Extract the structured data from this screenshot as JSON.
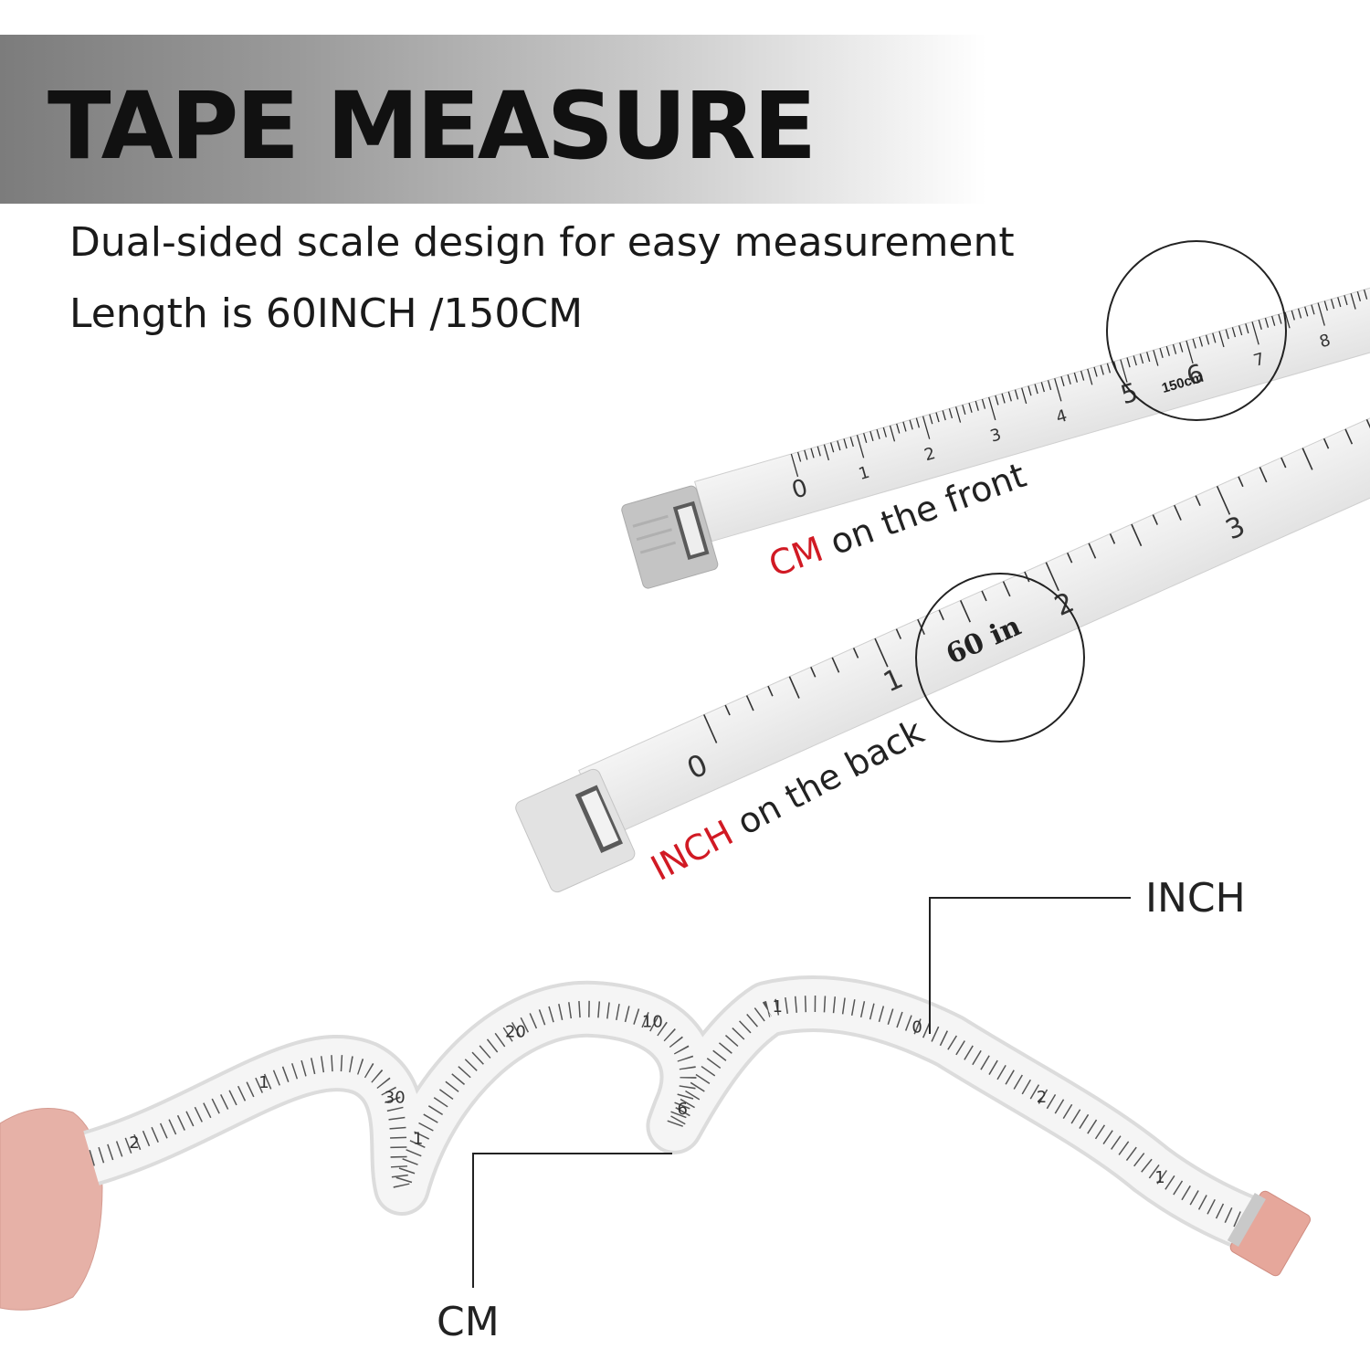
{
  "header": {
    "title": "TAPE MEASURE",
    "subtitle": "Dual-sided scale design for easy measurement",
    "length_text": "Length is 60INCH /150CM"
  },
  "front_tape": {
    "unit_label": "CM",
    "suffix": " on the front",
    "numbers": [
      "0",
      "1",
      "2",
      "3",
      "4",
      "5",
      "6",
      "7",
      "8"
    ],
    "length_mark": "150cm"
  },
  "back_tape": {
    "unit_label": "INCH",
    "suffix": " on the back",
    "numbers": [
      "0",
      "1",
      "2",
      "3"
    ],
    "length_mark": "60 in"
  },
  "callouts": {
    "inch": "INCH",
    "cm": "CM"
  },
  "curled_tape": {
    "numbers": [
      "2",
      "1",
      "30",
      "1",
      "20",
      "10",
      "6",
      "1",
      "0",
      "2",
      "1"
    ]
  },
  "colors": {
    "accent": "#d11a24",
    "tape": "#eeeeee",
    "end_tab": "#c8c8c8",
    "pink_case": "#e6b1a7"
  },
  "icons": {
    "magnifier": "circle-outline"
  }
}
